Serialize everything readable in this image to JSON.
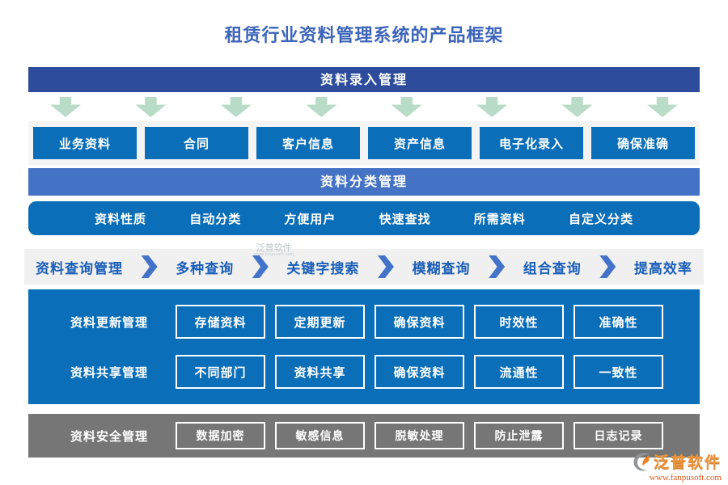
{
  "title": "租赁行业资料管理系统的产品框架",
  "colors": {
    "title_blue": "#3c64ba",
    "dark_blue_bar": "#2d4d9c",
    "royal_blue_bar": "#4472c4",
    "bright_blue": "#0b6eb8",
    "pale_green_arrow": "#b9dcc9",
    "light_strip": "#f4f4f4",
    "query_band_gray": "#f0f0f0",
    "query_text_blue": "#1a5eb8",
    "chevron_blue": "#4273c8",
    "security_gray": "#767676",
    "logo_orange": "#e9953f",
    "logo_url_orange": "#e2561b"
  },
  "sections": {
    "entry": {
      "header": "资料录入管理",
      "items": [
        "业务资料",
        "合同",
        "客户信息",
        "资产信息",
        "电子化录入",
        "确保准确"
      ]
    },
    "classify": {
      "header": "资料分类管理",
      "items": [
        "资料性质",
        "自动分类",
        "方便用户",
        "快速查找",
        "所需资料",
        "自定义分类"
      ]
    },
    "query": {
      "steps": [
        "资料查询管理",
        "多种查询",
        "关键字搜索",
        "模糊查询",
        "组合查询",
        "提高效率"
      ]
    },
    "update": {
      "label": "资料更新管理",
      "items": [
        "存储资料",
        "定期更新",
        "确保资料",
        "时效性",
        "准确性"
      ]
    },
    "share": {
      "label": "资料共享管理",
      "items": [
        "不同部门",
        "资料共享",
        "确保资料",
        "流通性",
        "一致性"
      ]
    },
    "security": {
      "label": "资料安全管理",
      "items": [
        "数据加密",
        "敏感信息",
        "脱敏处理",
        "防止泄露",
        "日志记录"
      ]
    }
  },
  "watermark": {
    "text": "泛普软件"
  },
  "logo": {
    "name": "泛普软件",
    "url": "www.fanpusoft.com"
  }
}
